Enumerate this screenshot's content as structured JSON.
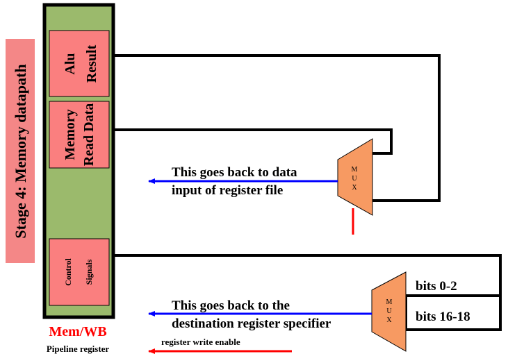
{
  "stage_label": "Stage 4: Memory datapath",
  "pipeline_register": {
    "name": "Mem/WB",
    "caption": "Pipeline register",
    "fields": {
      "alu_result": [
        "Alu",
        "Result"
      ],
      "memory_read_data": [
        "Memory",
        "Read Data"
      ],
      "control_signals": [
        "Control",
        "Signals"
      ]
    }
  },
  "mux_top": {
    "letters": [
      "M",
      "U",
      "X"
    ]
  },
  "mux_bottom": {
    "letters": [
      "M",
      "U",
      "X"
    ],
    "input_labels": [
      "bits 0-2",
      "bits 16-18"
    ]
  },
  "annotations": {
    "data_back": [
      "This goes back to data",
      "input of register file"
    ],
    "dest_back": [
      "This goes back to the",
      "destination register specifier"
    ],
    "write_enable": "register write enable"
  },
  "colors": {
    "register_fill": "#9bba6c",
    "field_fill": "#fa7f7f",
    "mux_fill": "#f79a62",
    "stage_label_bg": "#f48787",
    "blue_arrow": "#0000ff",
    "red_signal": "#ff0000"
  }
}
